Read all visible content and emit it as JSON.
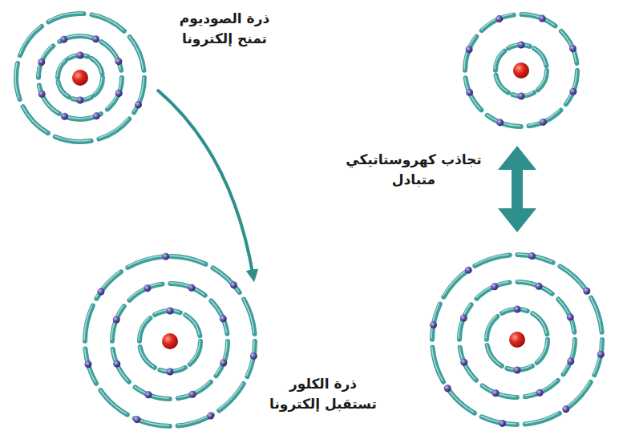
{
  "diagram": {
    "labels": [
      "ذرة الصوديوم تمنح إلكترونا",
      "تجاذب كهروستاتيكي متبادل",
      "ذرة الكلور تستقبل إلكترونا"
    ]
  }
}
